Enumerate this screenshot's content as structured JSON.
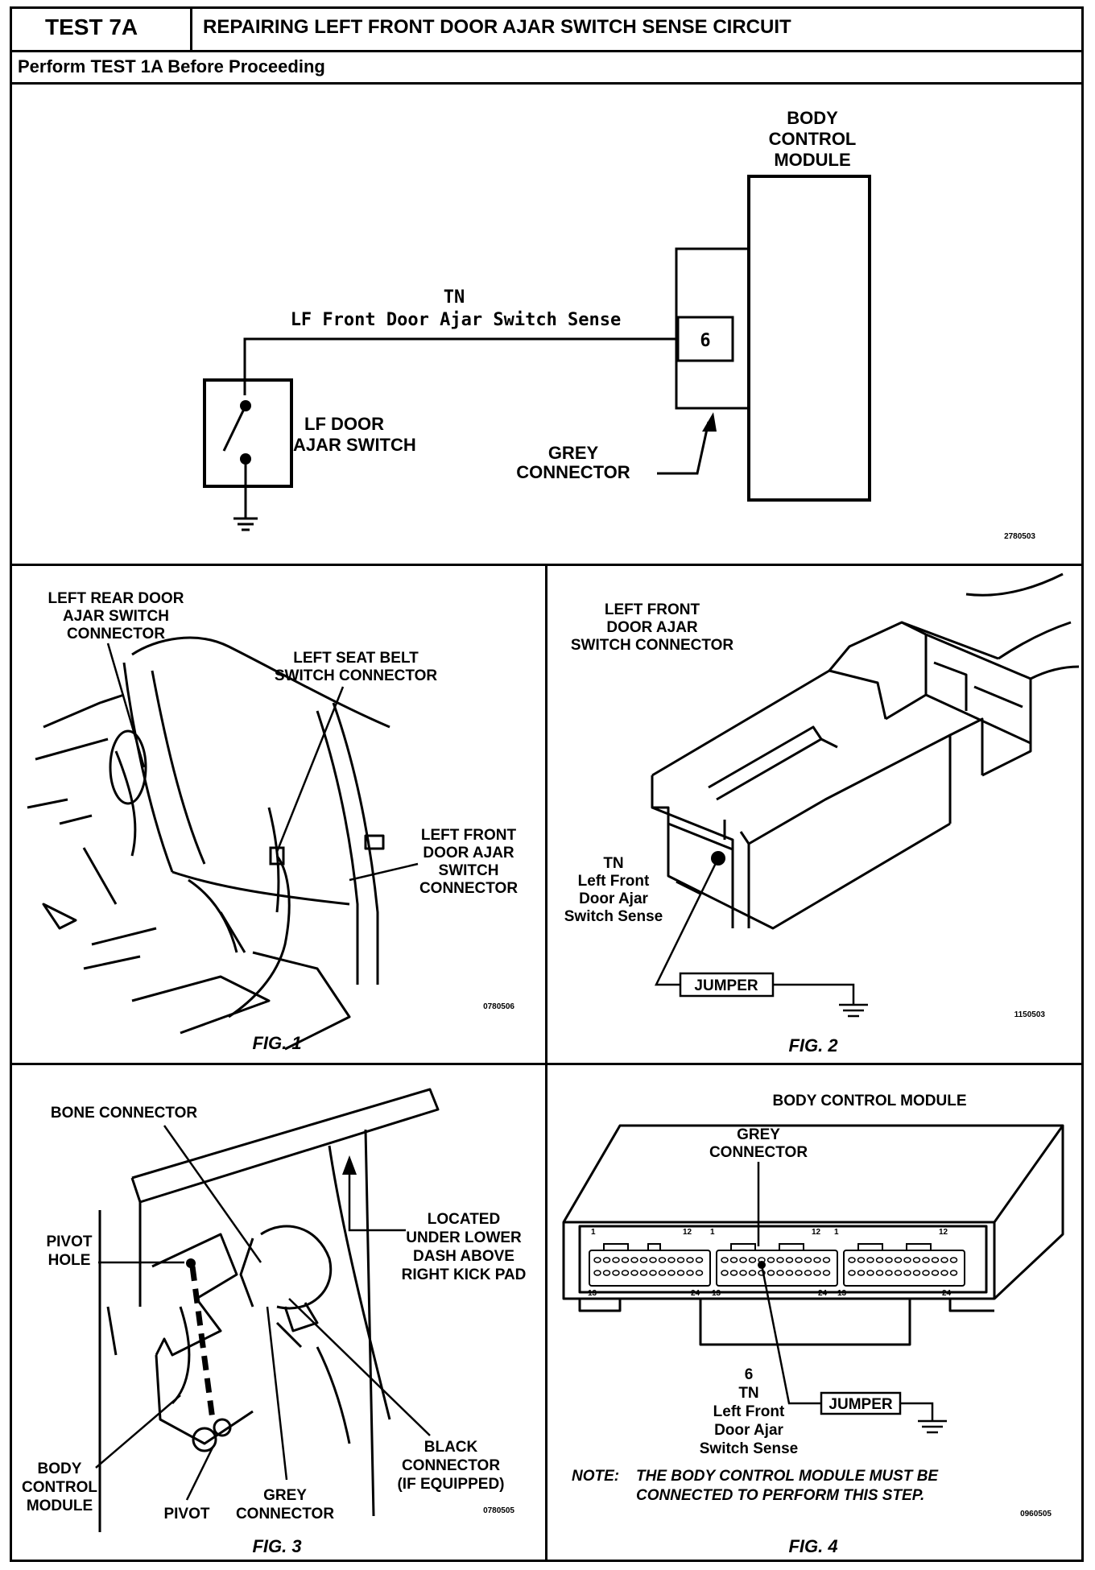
{
  "header": {
    "test_id": "TEST 7A",
    "title": "REPAIRING LEFT FRONT DOOR AJAR SWITCH SENSE CIRCUIT",
    "subtitle": "Perform TEST 1A Before Proceeding"
  },
  "schematic": {
    "module_label": [
      "BODY",
      "CONTROL",
      "MODULE"
    ],
    "wire_color": "TN",
    "wire_name": "LF Front Door Ajar Switch Sense",
    "pin": "6",
    "switch_label": [
      "LF DOOR",
      "AJAR SWITCH"
    ],
    "connector_label": [
      "GREY",
      "CONNECTOR"
    ],
    "code": "2780503"
  },
  "fig1": {
    "caption": "FIG. 1",
    "label_rear": [
      "LEFT REAR DOOR",
      "AJAR SWITCH",
      "CONNECTOR"
    ],
    "label_seatbelt": [
      "LEFT SEAT BELT",
      "SWITCH CONNECTOR"
    ],
    "label_front": [
      "LEFT FRONT",
      "DOOR AJAR",
      "SWITCH",
      "CONNECTOR"
    ],
    "code": "0780506"
  },
  "fig2": {
    "caption": "FIG. 2",
    "label_connector": [
      "LEFT FRONT",
      "DOOR AJAR",
      "SWITCH CONNECTOR"
    ],
    "label_wire": [
      "TN",
      "Left Front",
      "Door Ajar",
      "Switch Sense"
    ],
    "jumper": "JUMPER",
    "code": "1150503"
  },
  "fig3": {
    "caption": "FIG. 3",
    "label_bone": "BONE CONNECTOR",
    "label_pivot_hole": [
      "PIVOT",
      "HOLE"
    ],
    "label_located": [
      "LOCATED",
      "UNDER LOWER",
      "DASH ABOVE",
      "RIGHT KICK PAD"
    ],
    "label_black": [
      "BLACK",
      "CONNECTOR",
      "(IF EQUIPPED)"
    ],
    "label_bcm": [
      "BODY",
      "CONTROL",
      "MODULE"
    ],
    "label_pivot": "PIVOT",
    "label_grey": [
      "GREY",
      "CONNECTOR"
    ],
    "code": "0780505"
  },
  "fig4": {
    "caption": "FIG. 4",
    "title": "BODY CONTROL MODULE",
    "label_grey": [
      "GREY",
      "CONNECTOR"
    ],
    "pin_numbers_top": [
      "1",
      "12",
      "1",
      "12",
      "1",
      "12"
    ],
    "pin_numbers_bottom": [
      "13",
      "24",
      "13",
      "24",
      "13",
      "24"
    ],
    "label_wire": [
      "6",
      "TN",
      "Left Front",
      "Door Ajar",
      "Switch Sense"
    ],
    "jumper": "JUMPER",
    "note_prefix": "NOTE:",
    "note": [
      "THE BODY CONTROL MODULE MUST BE",
      "CONNECTED TO PERFORM THIS STEP."
    ],
    "code": "0960505"
  }
}
